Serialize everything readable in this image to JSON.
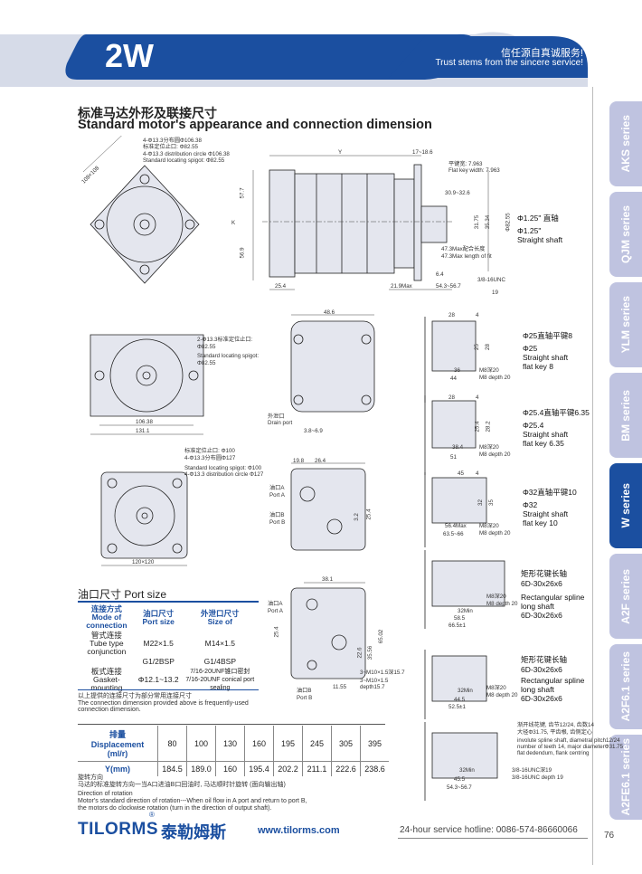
{
  "header": {
    "badge": "2W",
    "slogan_cn": "信任源自真诚服务!",
    "slogan_en": "Trust stems from the sincere service!"
  },
  "section": {
    "title_cn": "标准马达外形及联接尺寸",
    "title_en": "Standard motor's appearance and connection dimension"
  },
  "side_tabs": [
    "AKS series",
    "QJM series",
    "YLM series",
    "BM series",
    "W series",
    "A2F series",
    "A2F6.1 series",
    "A2FE6.1 series"
  ],
  "active_tab": "W series",
  "flange1": {
    "note1": "4-Φ13.3分布圆Φ106.38",
    "note2": "标准定位止口: Φ82.55",
    "note3": "4-Φ13.3 distribution circle Φ106.38",
    "note4": "Standard locating spigot: Φ82.55",
    "dim_diag": "108×108"
  },
  "side_view": {
    "y": "Y",
    "d17": "17~18.6",
    "d577": "57.7",
    "d569": "56.9",
    "k": "K",
    "d254": "25.4",
    "d219": "21.9Max",
    "d543": "54.3~56.7",
    "d19": "19",
    "d64": "6.4",
    "unc": "3/8-16UNC",
    "key1": "平键宽: 7.963",
    "key2": "Flat key width: 7.963",
    "d309": "30.9~32.6",
    "d3175": "31.75",
    "d3534": "35.34",
    "d8255": "Φ82.55",
    "fit1": "47.3Max配合长度",
    "fit2": "47.3Max length of fit",
    "shaft_cn": "Φ1.25\" 直轴",
    "shaft_en1": "Φ1.25\"",
    "shaft_en2": "Straight shaft"
  },
  "flange2": {
    "note1": "2-Φ13.3标准定位止口:",
    "note2": "Φ82.55",
    "note3": "Standard locating spigot:",
    "note4": "Φ82.55",
    "d10638": "106.38",
    "d1311": "131.1"
  },
  "rear_view": {
    "d486": "48.6",
    "drain_cn": "外泄口",
    "drain_en": "Drain port",
    "d38": "3.8~6.9"
  },
  "flange3": {
    "note1": "标准定位止口: Φ100",
    "note2": "4-Φ13.3分布圆Φ127",
    "note3": "Standard locating spigot: Φ100",
    "note4": "4-Φ13.3 distribution circle Φ127",
    "d120": "120×120"
  },
  "port_view1": {
    "d198": "19.8",
    "d264": "26.4",
    "pa_cn": "油口A",
    "pa_en": "Port A",
    "pb_cn": "油口B",
    "pb_en": "Port B",
    "d32": "3.2",
    "d254": "25.4"
  },
  "port_view2": {
    "d381": "38.1",
    "pa_cn": "油口A",
    "pa_en": "Port A",
    "pb_cn": "油口B",
    "pb_en": "Port B",
    "d254": "25.4",
    "d226": "22.6",
    "d3556": "35.56",
    "d6502": "65.02",
    "d1155": "11.55",
    "m10a": "3~M10×1.5深15.7",
    "m10b": "3~M10×1.5",
    "m10c": "depth15.7"
  },
  "shafts": [
    {
      "cn": "Φ25直轴平键8",
      "en": [
        "Φ25",
        "Straight shaft",
        "flat key 8"
      ],
      "dims": [
        "28",
        "4",
        "25",
        "28",
        "36",
        "44",
        "M8深20",
        "M8 depth 20"
      ]
    },
    {
      "cn": "Φ25.4直轴平键6.35",
      "en": [
        "Φ25.4",
        "Straight shaft",
        "flat key 6.35"
      ],
      "dims": [
        "28",
        "4",
        "25.4",
        "28.2",
        "38.4",
        "51",
        "M8深20",
        "M8 depth 20"
      ]
    },
    {
      "cn": "Φ32直轴平键10",
      "en": [
        "Φ32",
        "Straight shaft",
        "flat key 10"
      ],
      "dims": [
        "45",
        "4",
        "32",
        "35",
        "56.4Max",
        "63.5~66",
        "M8深20",
        "M8 depth 20"
      ]
    },
    {
      "cn": "矩形花键长轴",
      "en": [
        "6D-30x26x6",
        "Rectangular spline",
        "long shaft",
        "6D-30x26x6"
      ],
      "dims": [
        "32Min",
        "58.5",
        "66.5±1",
        "M8深20",
        "M8 depth 20"
      ]
    },
    {
      "cn": "矩形花键长轴",
      "en": [
        "6D-30x26x6",
        "Rectangular spline",
        "long shaft",
        "6D-30x26x6"
      ],
      "dims": [
        "32Min",
        "44.5",
        "52.5±1",
        "M8深20",
        "M8 depth 20"
      ]
    }
  ],
  "involute": {
    "n1": "渐开线花键, 齿节12/24, 齿数14",
    "n2": "大径Φ31.75, 平齿根, 齿侧定心",
    "n3": "involute spline shaft, diametral pitch12/24",
    "n4": "number of teeth 14, major diameterΦ31.75",
    "n5": "flat dedendum, flank centring",
    "d32": "32Min",
    "d455": "45.5",
    "d543": "54.3~56.7",
    "u1": "3/8-16UNC深19",
    "u2": "3/8-16UNC depth 19"
  },
  "port_size": {
    "title": "油口尺寸 Port size",
    "headers": [
      {
        "cn": "连接方式",
        "en": "Mode of connection"
      },
      {
        "cn": "油口尺寸",
        "en": "Port size"
      },
      {
        "cn": "外泄口尺寸",
        "en": "Size of"
      }
    ],
    "rows": [
      {
        "mode_cn": "管式连接",
        "mode_en": "Tube type conjunction",
        "port": "M22×1.5",
        "drain": "M14×1.5"
      },
      {
        "mode_cn": "",
        "mode_en": "",
        "port": "G1/2BSP",
        "drain": "G1/4BSP"
      },
      {
        "mode_cn": "板式连接",
        "mode_en": "Gasket-mounting",
        "port": "Φ12.1~13.2",
        "drain": "7/16-20UNF锥口密封 7/16-20UNF conical port sealing"
      }
    ],
    "note_cn": "以上提供的连接尺寸为部分常用连接尺寸",
    "note_en": "The connection dimension provided above is frequently-used connection dimension."
  },
  "displacement": {
    "label1": "排量",
    "label2": "Displacement",
    "label3": "(ml/r)",
    "ylabel": "Y(mm)",
    "disp": [
      "80",
      "100",
      "130",
      "160",
      "195",
      "245",
      "305",
      "395"
    ],
    "y": [
      "184.5",
      "189.0",
      "160",
      "195.4",
      "202.2",
      "211.1",
      "222.6",
      "238.6"
    ]
  },
  "rotation": {
    "l1": "旋转方向",
    "l2": "马达的标准旋转方向一当A口进油B口回油时, 马达顺时针旋转 (面向输出轴)",
    "l3": "Direction of rotation",
    "l4": "Motor's standard direction of rotation---When oil flow in A port and return to port B,",
    "l5": "the motors do clockwise rotation (turn in the direction of output shaft)."
  },
  "footer": {
    "brand": "TILORMS",
    "brand_cn": "泰勒姆斯",
    "url": "www.tilorms.com",
    "hotline": "24-hour service hotline: 0086-574-86660066",
    "page": "76"
  }
}
